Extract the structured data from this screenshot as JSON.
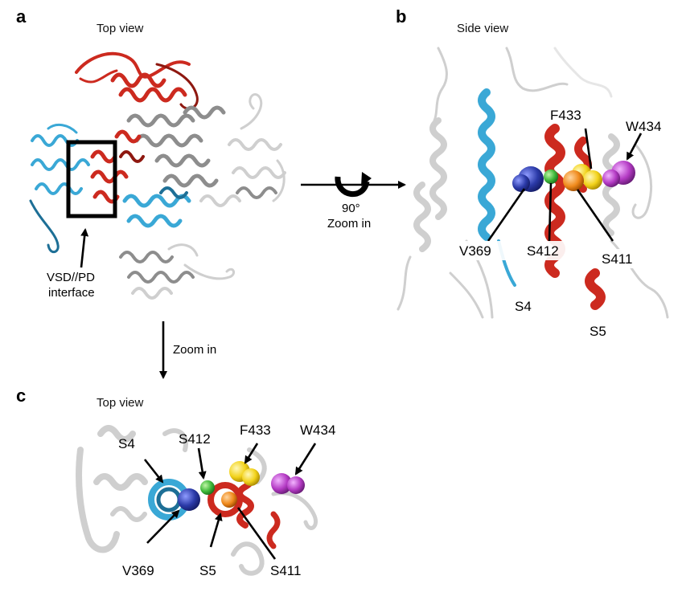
{
  "panels": {
    "a": {
      "letter": "a",
      "title": "Top view",
      "interface_label_1": "VSD//PD",
      "interface_label_2": "interface"
    },
    "b": {
      "letter": "b",
      "title": "Side view",
      "labels": {
        "f433": "F433",
        "w434": "W434",
        "v369": "V369",
        "s412": "S412",
        "s411": "S411",
        "s4": "S4",
        "s5": "S5"
      }
    },
    "c": {
      "letter": "c",
      "title": "Top view",
      "labels": {
        "s4": "S4",
        "s412": "S412",
        "f433": "F433",
        "w434": "W434",
        "v369": "V369",
        "s5": "S5",
        "s411": "S411"
      }
    }
  },
  "arrows": {
    "right": {
      "line1": "90°",
      "line2": "Zoom in"
    },
    "down": {
      "label": "Zoom in"
    }
  },
  "colors": {
    "vsd": "#3aa8d6",
    "pd": "#cc2a1f",
    "other": "#9a9a9a",
    "v369": "#2b3aa8",
    "s412": "#3fb83a",
    "f433": "#f2d21a",
    "s411": "#f08a1c",
    "w434": "#b43bc4"
  }
}
